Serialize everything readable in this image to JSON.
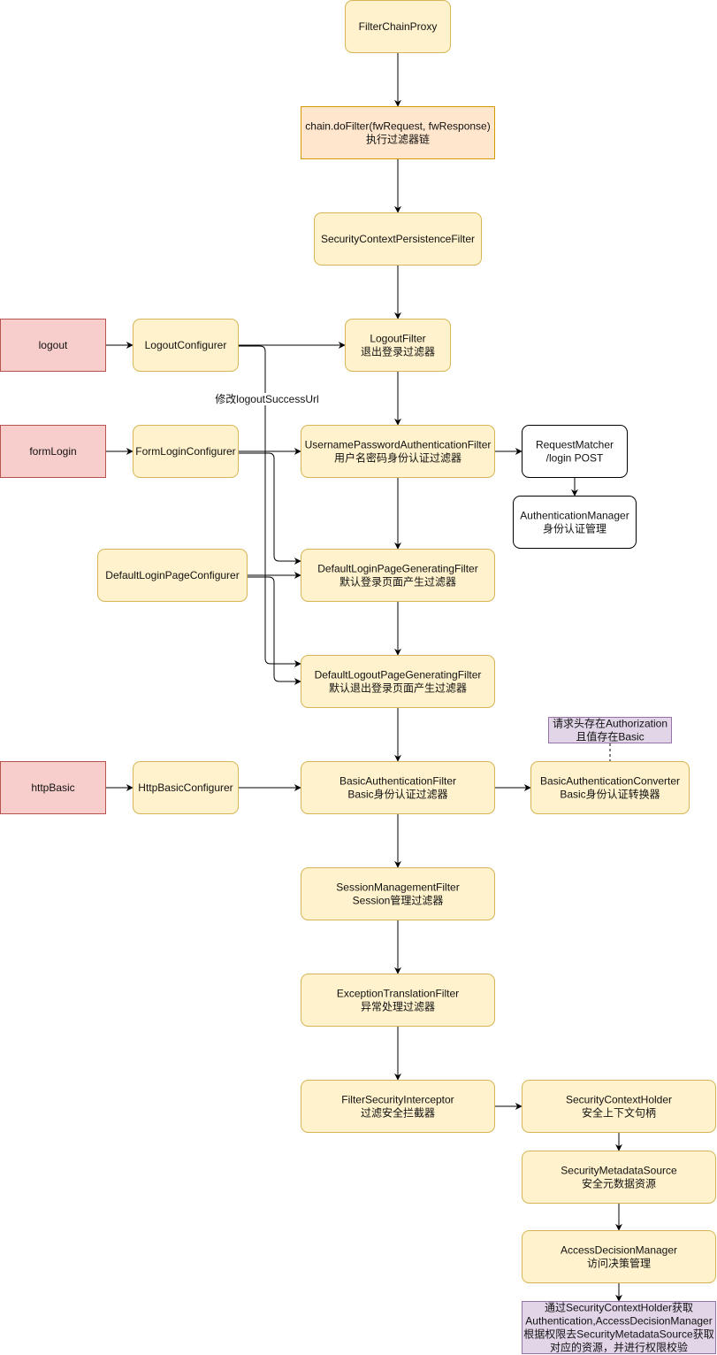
{
  "colors": {
    "filter_fill": "#fff2cc",
    "filter_stroke": "#d6b656",
    "emphasis_fill": "#ffe6cc",
    "emphasis_stroke": "#d79b00",
    "trigger_fill": "#f8cecc",
    "trigger_stroke": "#b85450",
    "plain_fill": "#ffffff",
    "plain_stroke": "#000000",
    "note_fill": "#e1d5e7",
    "note_stroke": "#9673a6",
    "edge": "#000000"
  },
  "nodes": {
    "filter_chain_proxy": {
      "lines": [
        "FilterChainProxy"
      ]
    },
    "chain_do_filter": {
      "lines": [
        "chain.doFilter(fwRequest, fwResponse)",
        "执行过滤器链"
      ]
    },
    "security_context_persistence_filter": {
      "lines": [
        "SecurityContextPersistenceFilter"
      ]
    },
    "logout_filter": {
      "lines": [
        "LogoutFilter",
        "退出登录过滤器"
      ]
    },
    "username_password_filter": {
      "lines": [
        "UsernamePasswordAuthenticationFilter",
        "用户名密码身份认证过滤器"
      ]
    },
    "default_login_page_filter": {
      "lines": [
        "DefaultLoginPageGeneratingFilter",
        "默认登录页面产生过滤器"
      ]
    },
    "default_logout_page_filter": {
      "lines": [
        "DefaultLogoutPageGeneratingFilter",
        "默认退出登录页面产生过滤器"
      ]
    },
    "basic_authentication_filter": {
      "lines": [
        "BasicAuthenticationFilter",
        "Basic身份认证过滤器"
      ]
    },
    "session_management_filter": {
      "lines": [
        "SessionManagementFilter",
        "Session管理过滤器"
      ]
    },
    "exception_translation_filter": {
      "lines": [
        "ExceptionTranslationFilter",
        "异常处理过滤器"
      ]
    },
    "filter_security_interceptor": {
      "lines": [
        "FilterSecurityInterceptor",
        "过滤安全拦截器"
      ]
    },
    "logout": {
      "lines": [
        "logout"
      ]
    },
    "logout_configurer": {
      "lines": [
        "LogoutConfigurer"
      ]
    },
    "form_login": {
      "lines": [
        "formLogin"
      ]
    },
    "form_login_configurer": {
      "lines": [
        "FormLoginConfigurer"
      ]
    },
    "default_login_page_configurer": {
      "lines": [
        "DefaultLoginPageConfigurer"
      ]
    },
    "http_basic": {
      "lines": [
        "httpBasic"
      ]
    },
    "http_basic_configurer": {
      "lines": [
        "HttpBasicConfigurer"
      ]
    },
    "request_matcher": {
      "lines": [
        "RequestMatcher",
        "/login    POST"
      ]
    },
    "authentication_manager": {
      "lines": [
        "AuthenticationManager",
        "身份认证管理"
      ]
    },
    "basic_authentication_converter": {
      "lines": [
        "BasicAuthenticationConverter",
        "Basic身份认证转换器"
      ]
    },
    "authorization_note": {
      "lines": [
        "请求头存在Authorization",
        "且值存在Basic"
      ]
    },
    "security_context_holder": {
      "lines": [
        "SecurityContextHolder",
        "安全上下文句柄"
      ]
    },
    "security_metadata_source": {
      "lines": [
        "SecurityMetadataSource",
        "安全元数据资源"
      ]
    },
    "access_decision_manager": {
      "lines": [
        "AccessDecisionManager",
        "访问决策管理"
      ]
    },
    "final_note": {
      "lines": [
        "通过SecurityContextHolder获取",
        "Authentication,AccessDecisionManager",
        "根据权限去SecurityMetadataSource获取",
        "对应的资源，并进行权限校验"
      ]
    }
  },
  "edge_labels": {
    "logout_success_url": "修改logoutSuccessUrl"
  }
}
